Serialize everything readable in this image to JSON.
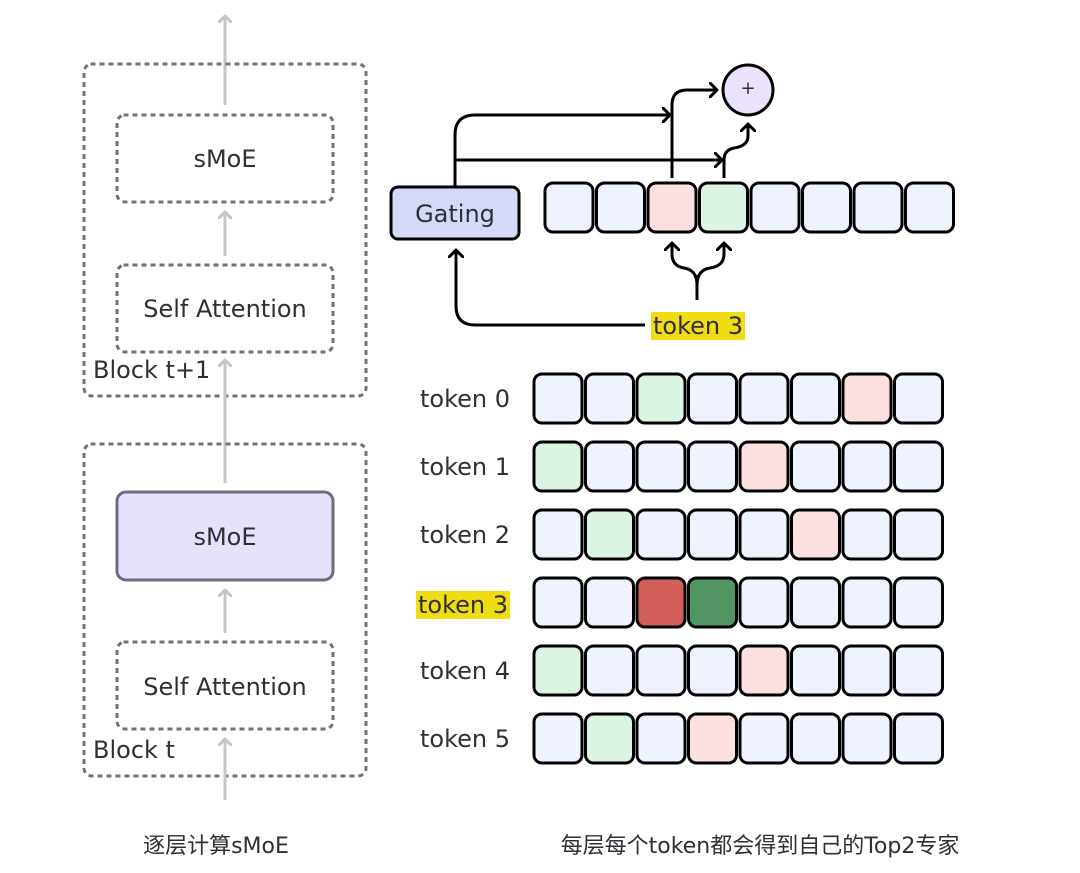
{
  "left_panel": {
    "block_top": {
      "label": "Block t+1",
      "smoe_label": "sMoE",
      "attention_label": "Self Attention"
    },
    "block_bottom": {
      "label": "Block t",
      "smoe_label": "sMoE",
      "attention_label": "Self Attention"
    },
    "caption": "逐层计算sMoE"
  },
  "right_panel": {
    "gating_label": "Gating",
    "sum_symbol": "+",
    "selected_token_label": "token 3",
    "experts_row": [
      "none",
      "none",
      "top1",
      "top2",
      "none",
      "none",
      "none",
      "none"
    ],
    "tokens": [
      {
        "label": "token 0",
        "highlighted": false,
        "experts": [
          "none",
          "none",
          "top2",
          "none",
          "none",
          "none",
          "top1",
          "none"
        ]
      },
      {
        "label": "token 1",
        "highlighted": false,
        "experts": [
          "top2",
          "none",
          "none",
          "none",
          "top1",
          "none",
          "none",
          "none"
        ]
      },
      {
        "label": "token 2",
        "highlighted": false,
        "experts": [
          "none",
          "top2",
          "none",
          "none",
          "none",
          "top1",
          "none",
          "none"
        ]
      },
      {
        "label": "token 3",
        "highlighted": true,
        "experts": [
          "none",
          "none",
          "top1-active",
          "top2-active",
          "none",
          "none",
          "none",
          "none"
        ]
      },
      {
        "label": "token 4",
        "highlighted": false,
        "experts": [
          "top2",
          "none",
          "none",
          "none",
          "top1",
          "none",
          "none",
          "none"
        ]
      },
      {
        "label": "token 5",
        "highlighted": false,
        "experts": [
          "none",
          "top2",
          "none",
          "top1",
          "none",
          "none",
          "none",
          "none"
        ]
      }
    ],
    "caption": "每层每个token都会得到自己的Top2专家"
  },
  "colors": {
    "cell_default": "#eef3fd",
    "top1_active": "#d35f5b",
    "top2_active": "#509562",
    "top1_light": "#fde0e0",
    "top2_light": "#dcf4e4",
    "gating_fill": "#d3d9f6",
    "sum_fill": "#ebe2fb",
    "smoe_fill": "#e8e1fb",
    "highlight": "#f0dc12",
    "gray_arrow": "#c4c6cb"
  }
}
